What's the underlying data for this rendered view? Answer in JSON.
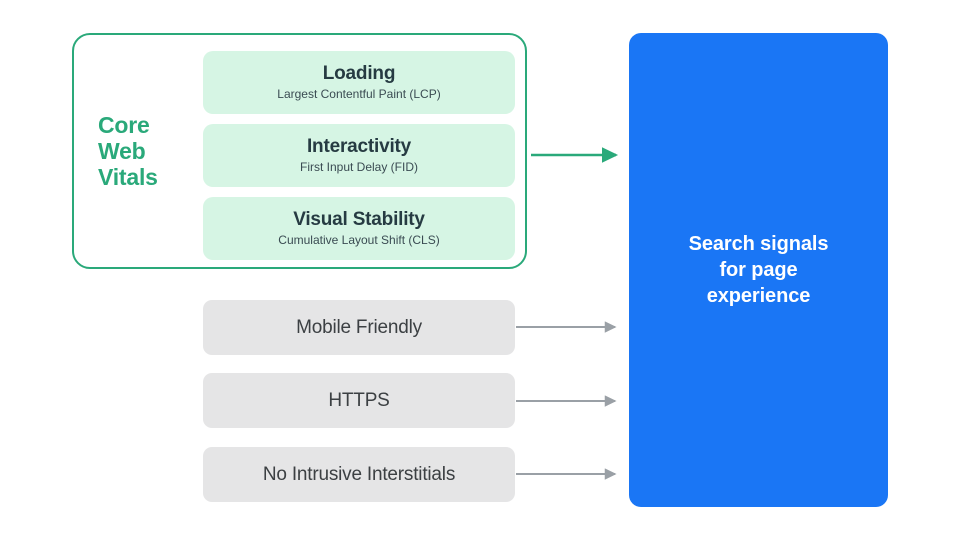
{
  "diagram": {
    "title": "Search signals for page experience",
    "colors": {
      "green_border": "#2aa97a",
      "green_fill": "#d6f5e4",
      "green_text": "#2aa97a",
      "gray_fill": "#e5e5e6",
      "blue_panel": "#1a76f5",
      "arrow_green": "#2aa97a",
      "arrow_gray": "#9aa0a6",
      "card_title": "#263b42",
      "signal_text": "#3c4043",
      "background": "#ffffff"
    }
  },
  "core_web_vitals": {
    "label": "Core Web Vitals",
    "metrics": [
      {
        "title": "Loading",
        "subtitle": "Largest Contentful Paint (LCP)"
      },
      {
        "title": "Interactivity",
        "subtitle": "First Input Delay (FID)"
      },
      {
        "title": "Visual Stability",
        "subtitle": "Cumulative Layout Shift (CLS)"
      }
    ]
  },
  "other_signals": [
    {
      "label": "Mobile Friendly"
    },
    {
      "label": "HTTPS"
    },
    {
      "label": "No Intrusive Interstitials"
    }
  ],
  "destination": {
    "text": "Search signals\nfor page\nexperience"
  },
  "arrows": [
    {
      "name": "core-web-vitals-arrow",
      "color": "#2aa97a",
      "from_label": "Core Web Vitals",
      "to_label": "Search signals for page experience"
    },
    {
      "name": "mobile-friendly-arrow",
      "color": "#9aa0a6",
      "from_label": "Mobile Friendly",
      "to_label": "Search signals for page experience"
    },
    {
      "name": "https-arrow",
      "color": "#9aa0a6",
      "from_label": "HTTPS",
      "to_label": "Search signals for page experience"
    },
    {
      "name": "no-intrusive-interstitials-arrow",
      "color": "#9aa0a6",
      "from_label": "No Intrusive Interstitials",
      "to_label": "Search signals for page experience"
    }
  ]
}
